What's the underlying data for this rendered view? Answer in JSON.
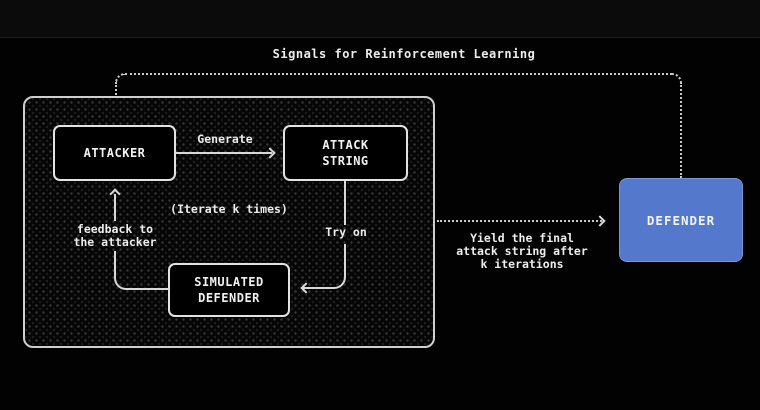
{
  "header": {
    "title": "Signals for Reinforcement Learning"
  },
  "loop": {
    "attacker_label": "ATTACKER",
    "attack_string_label": "ATTACK\nSTRING",
    "simulated_defender_label": "SIMULATED\nDEFENDER",
    "generate_label": "Generate",
    "iterate_label": "(Iterate k times)",
    "try_on_label": "Try on",
    "feedback_label": "feedback to\nthe attacker"
  },
  "defender": {
    "label": "DEFENDER",
    "color": "#5478cc"
  },
  "yield_label": "Yield the final\nattack string after\nk iterations",
  "colors": {
    "background": "#020202",
    "line": "#d9d9d9",
    "dotted_line": "#c9c9c9",
    "panel_border": "#cfcfcf",
    "text": "#ededed",
    "defender_blue": "#5478cc"
  }
}
